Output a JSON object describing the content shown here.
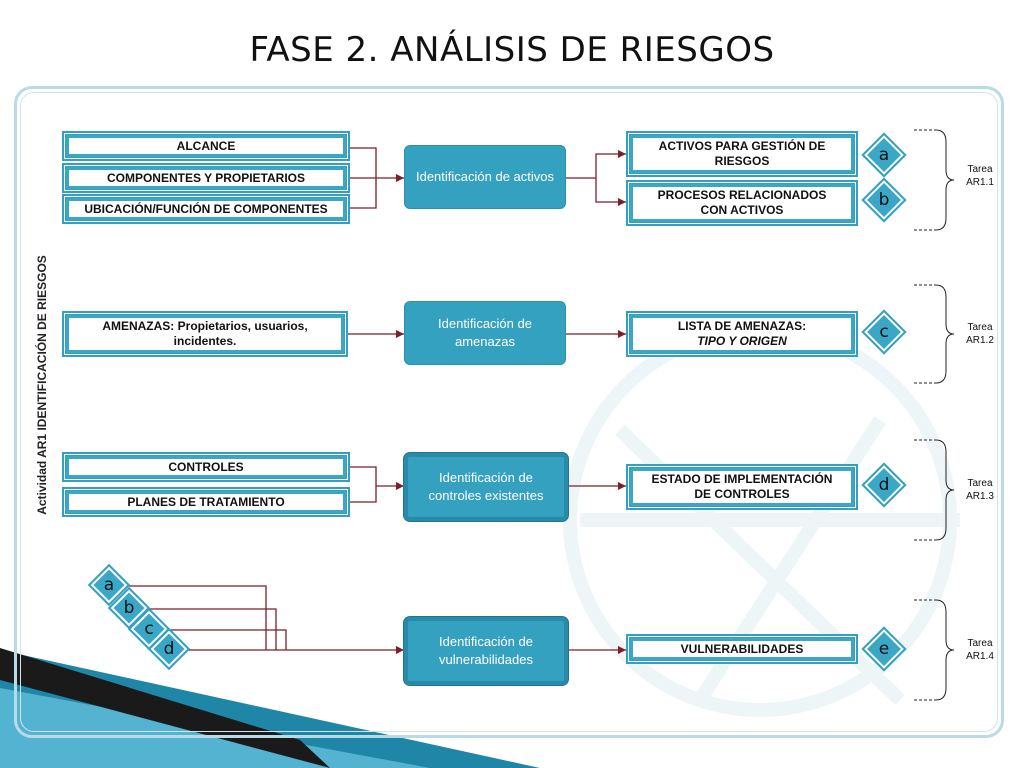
{
  "title": "FASE 2. ANÁLISIS DE RIESGOS",
  "side_label": "Actividad AR1 IDENTIFICACIÓN DE RIESGOS",
  "inputs": {
    "alcance": "ALCANCE",
    "componentes": "COMPONENTES Y PROPIETARIOS",
    "ubicacion": "UBICACIÓN/FUNCIÓN DE COMPONENTES",
    "amenazas": "AMENAZAS: Propietarios, usuarios, incidentes.",
    "controles": "CONTROLES",
    "planes": "PLANES DE TRATAMIENTO"
  },
  "processes": {
    "activos": "Identificación de activos",
    "amenazas": "Identificación de amenazas",
    "controles": "Identificación de controles existentes",
    "vulnerabilidades": "Identificación de vulnerabilidades"
  },
  "outputs": {
    "activos": "ACTIVOS PARA GESTIÓN DE RIESGOS",
    "procesos": "PROCESOS RELACIONADOS CON ACTIVOS",
    "lista_line1": "LISTA DE AMENAZAS:",
    "lista_line2": "TIPO Y ORIGEN",
    "estado": "ESTADO DE IMPLEMENTACIÓN DE CONTROLES",
    "vulnerabilidades": "VULNERABILIDADES"
  },
  "markers": {
    "a": "a",
    "b": "b",
    "c": "c",
    "d": "d",
    "e": "e"
  },
  "tasks": {
    "t1_line1": "Tarea",
    "t1_line2": "AR1.1",
    "t2_line1": "Tarea",
    "t2_line2": "AR1.2",
    "t3_line1": "Tarea",
    "t3_line2": "AR1.3",
    "t4_line1": "Tarea",
    "t4_line2": "AR1.4"
  },
  "colors": {
    "accent": "#3ba7c7",
    "connector": "#7a1f2b",
    "frame": "#b9dbe7",
    "corner_dark": "#1a1a1a"
  }
}
